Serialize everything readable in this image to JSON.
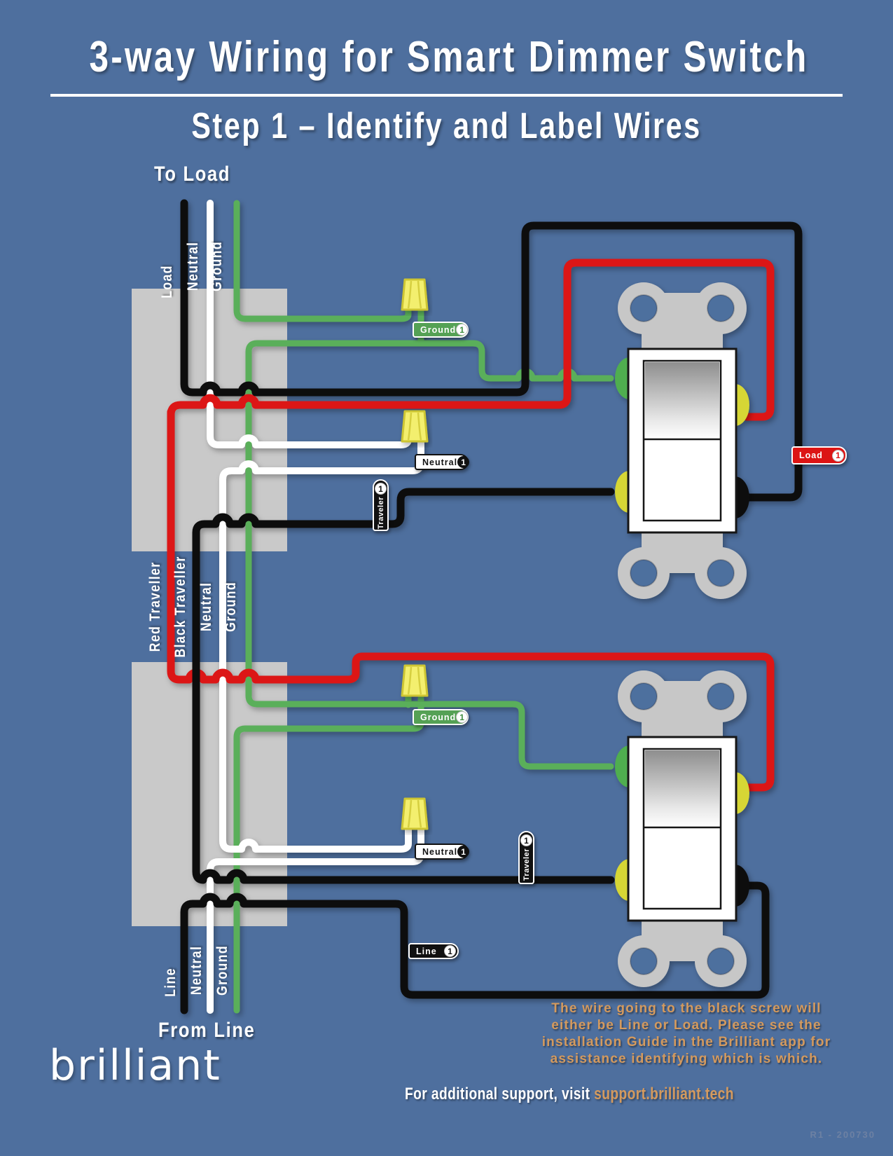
{
  "header": {
    "title": "3-way Wiring for Smart Dimmer Switch",
    "subtitle": "Step 1 – Identify and Label Wires"
  },
  "diagram": {
    "to_load": "To Load",
    "from_line": "From Line",
    "top_labels": {
      "load": "Load",
      "neutral": "Neutral",
      "ground": "Ground"
    },
    "mid_labels": {
      "red_traveller": "Red Traveller",
      "black_traveller": "Black Traveller",
      "neutral": "Neutral",
      "ground": "Ground"
    },
    "bottom_labels": {
      "line": "Line",
      "neutral": "Neutral",
      "ground": "Ground"
    },
    "badges": {
      "ground_top": {
        "label": "Ground",
        "number": "1"
      },
      "neutral_top": {
        "label": "Neutral",
        "number": "1"
      },
      "traveler_top": {
        "label": "Traveler",
        "number": "1"
      },
      "load": {
        "label": "Load",
        "number": "1"
      },
      "ground_bottom": {
        "label": "Ground",
        "number": "1"
      },
      "neutral_bottom": {
        "label": "Neutral",
        "number": "1"
      },
      "traveler_bottom": {
        "label": "Traveler",
        "number": "1"
      },
      "line": {
        "label": "Line",
        "number": "1"
      }
    },
    "colors": {
      "background": "#4e6f9e",
      "box_gray": "#c9c9c9",
      "wire_black": "#101010",
      "wire_white": "#ffffff",
      "wire_red": "#dc1414",
      "wire_green": "#5aaf5a",
      "wire_nut_yellow": "#f3ef6e",
      "terminal_green": "#4fae4f",
      "terminal_yellow": "#d6d636",
      "terminal_black": "#101010",
      "badge_green": "#55a155",
      "badge_red": "#dc1414",
      "badge_black": "#111111",
      "note_orange": "#d49a5e"
    }
  },
  "note": {
    "line1": "The wire going to the black screw will",
    "line2": "either be Line or Load. Please see the",
    "line3": "installation Guide in the Brilliant app for",
    "line4": "assistance identifying which is which."
  },
  "footer": {
    "logo": "brilliant",
    "support_prefix": "For additional support, visit ",
    "support_link": "support.brilliant.tech",
    "revision": "R1 - 200730"
  }
}
